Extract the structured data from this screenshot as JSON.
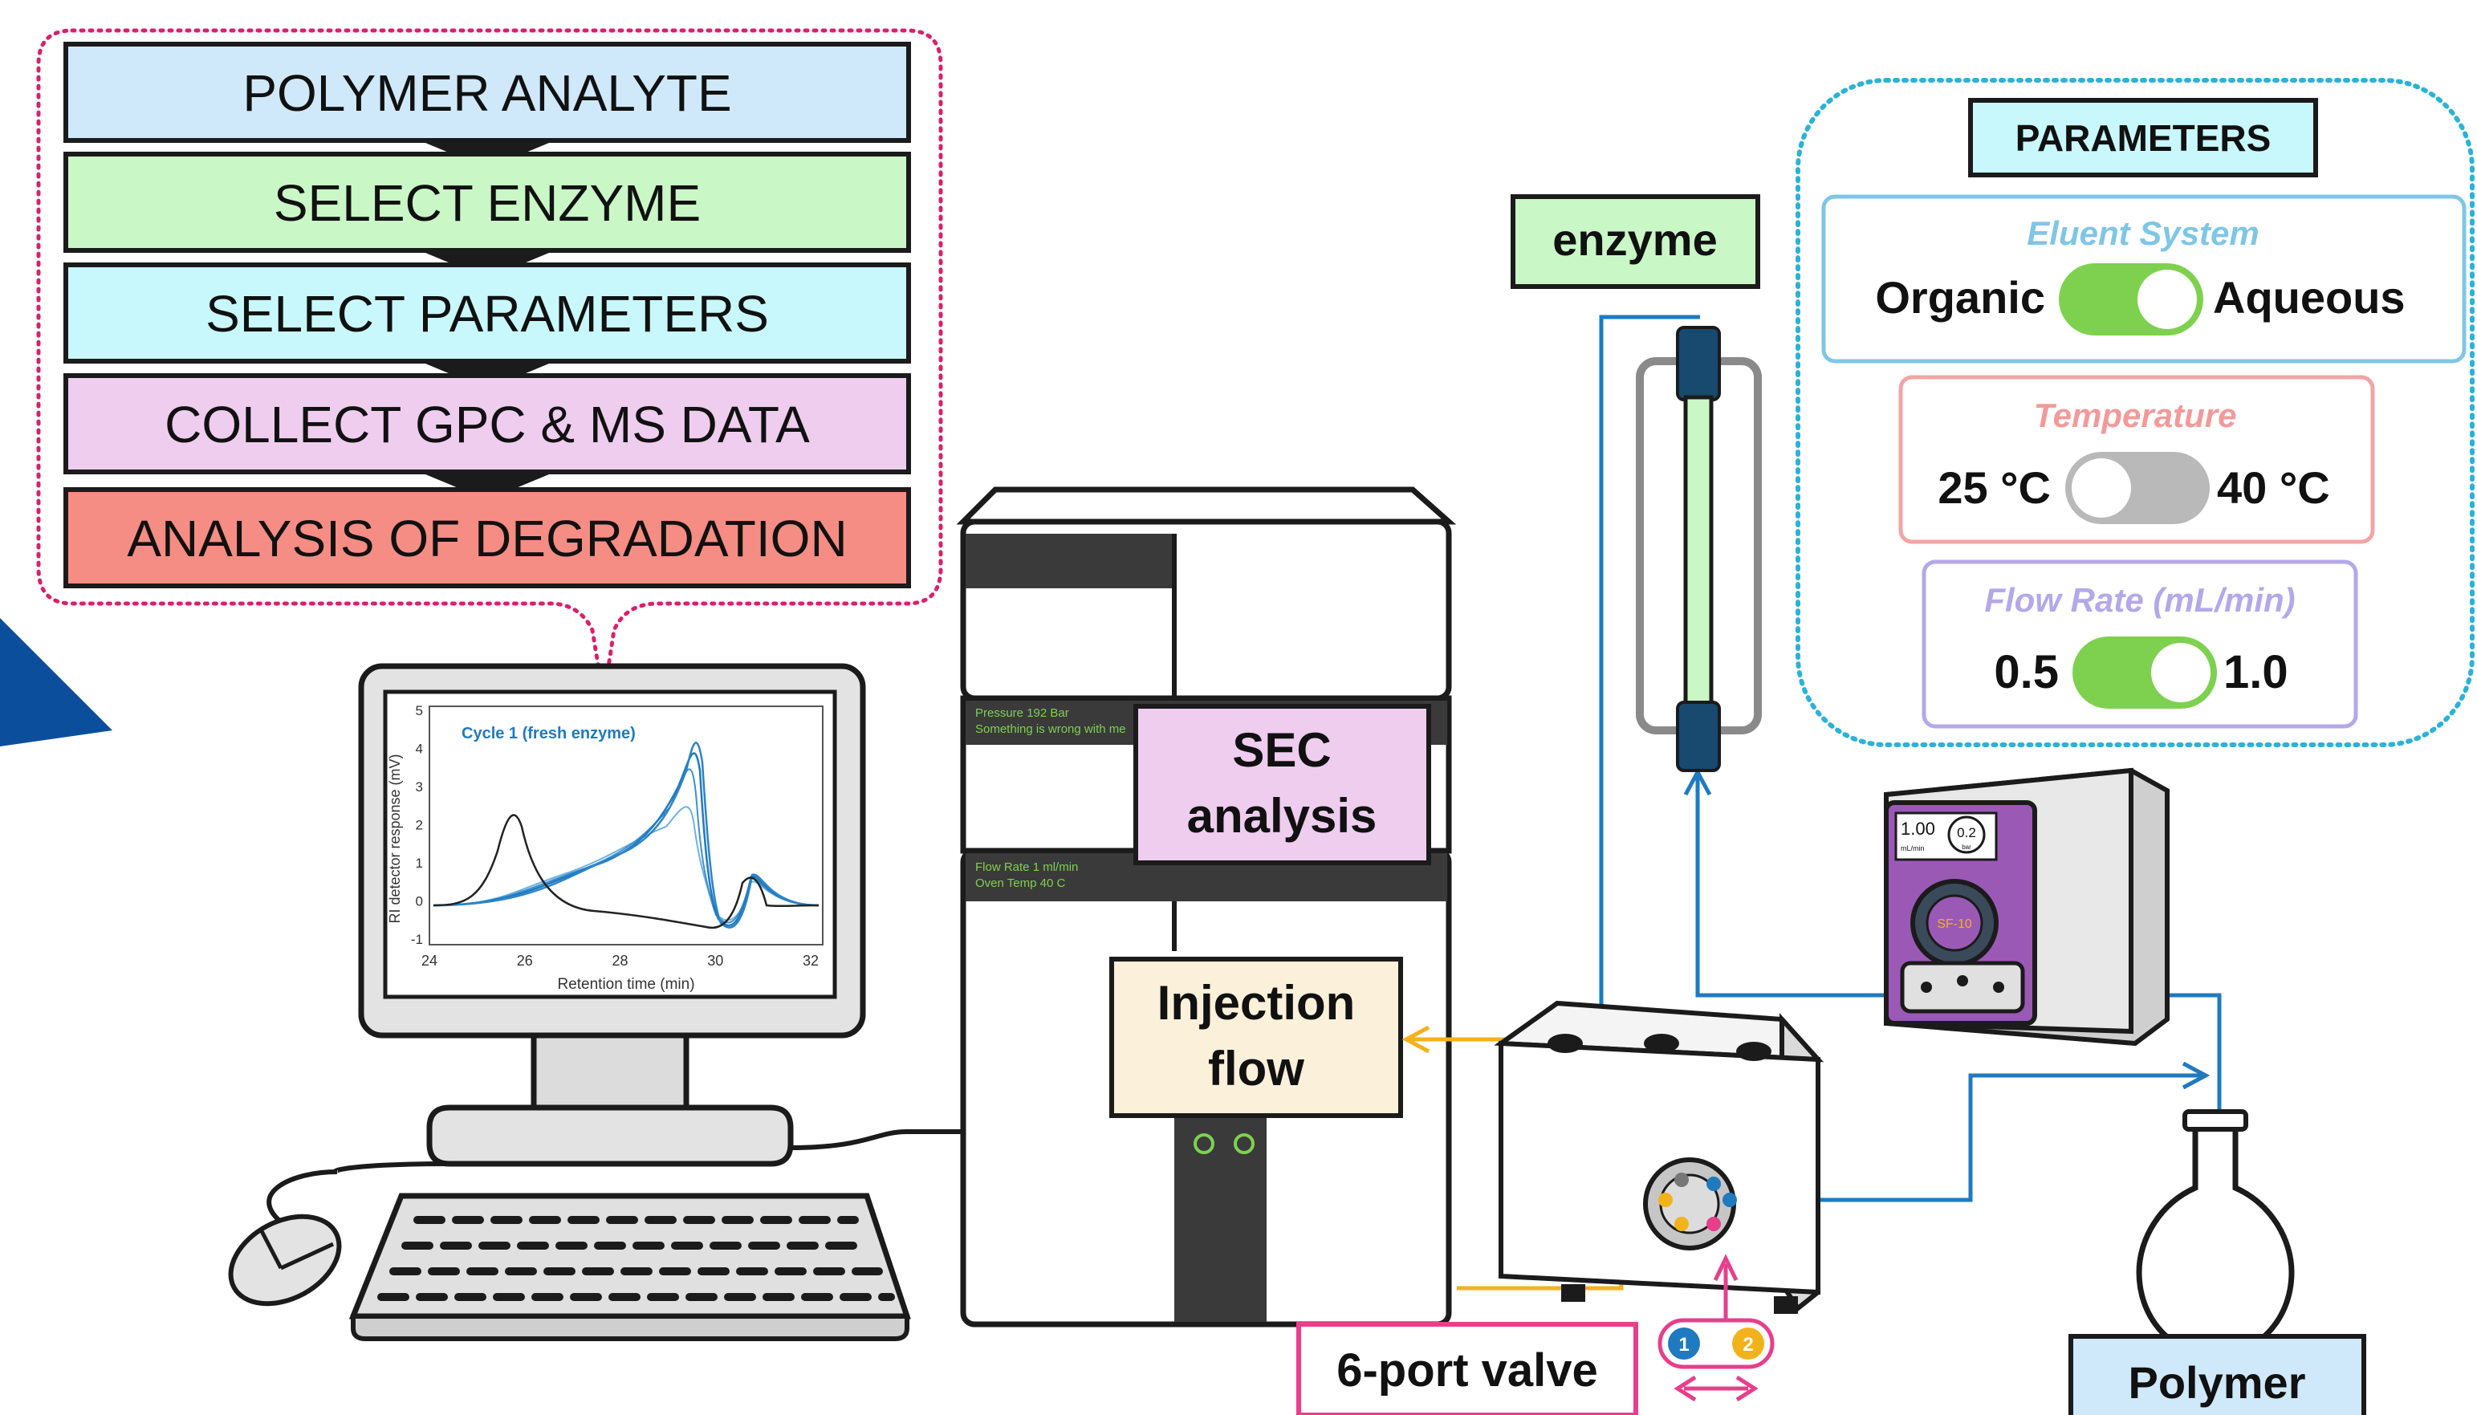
{
  "workflow": {
    "steps": [
      {
        "label": "POLYMER ANALYTE",
        "color": "#cfe9fb"
      },
      {
        "label": "SELECT ENZYME",
        "color": "#c9f7c6"
      },
      {
        "label": "SELECT PARAMETERS",
        "color": "#c8f8fb"
      },
      {
        "label": "COLLECT GPC & MS DATA",
        "color": "#efcdef"
      },
      {
        "label": "ANALYSIS OF DEGRADATION",
        "color": "#f58d84"
      }
    ],
    "border_color": "#d9206c"
  },
  "monitor_chart": {
    "title": "Cycle 1 (fresh enzyme)",
    "ylabel": "RI detector response (mV)",
    "xlabel": "Retention time (min)",
    "yticks": [
      "5",
      "4",
      "3",
      "2",
      "1",
      "0",
      "-1"
    ],
    "xticks": [
      "24",
      "26",
      "28",
      "30",
      "32"
    ]
  },
  "instrument": {
    "display_top_line1": "Pressure 192 Bar",
    "display_top_line2": "Something is wrong with me",
    "display_bottom_line1": "Flow Rate 1 ml/min",
    "display_bottom_line2": "Oven Temp 40 C",
    "sec_label_line1": "SEC",
    "sec_label_line2": "analysis",
    "injection_label_line1": "Injection",
    "injection_label_line2": "flow"
  },
  "enzyme_label": "enzyme",
  "parameters": {
    "title": "PARAMETERS",
    "eluent": {
      "title": "Eluent System",
      "left": "Organic",
      "right": "Aqueous",
      "state": "on"
    },
    "temperature": {
      "title": "Temperature",
      "left": "25 °C",
      "right": "40 °C",
      "state": "off"
    },
    "flow_rate": {
      "title": "Flow Rate (mL/min)",
      "left": "0.5",
      "right": "1.0",
      "state": "on"
    }
  },
  "pump": {
    "readout_flow": "1.00",
    "readout_flow_unit": "mL/min",
    "readout_pressure": "0.2",
    "readout_pressure_unit": "bar",
    "model": "SF-10"
  },
  "valve": {
    "label": "6-port valve",
    "position_1": "1",
    "position_2": "2"
  },
  "flask_label": "Polymer",
  "colors": {
    "flow_blue": "#1f7ac0",
    "flow_yellow": "#f2b21b",
    "toggle_on": "#7ed14f",
    "toggle_off": "#b9b9b9",
    "pump_purple": "#9b59b6",
    "arrow_navy": "#0b4f9c"
  }
}
